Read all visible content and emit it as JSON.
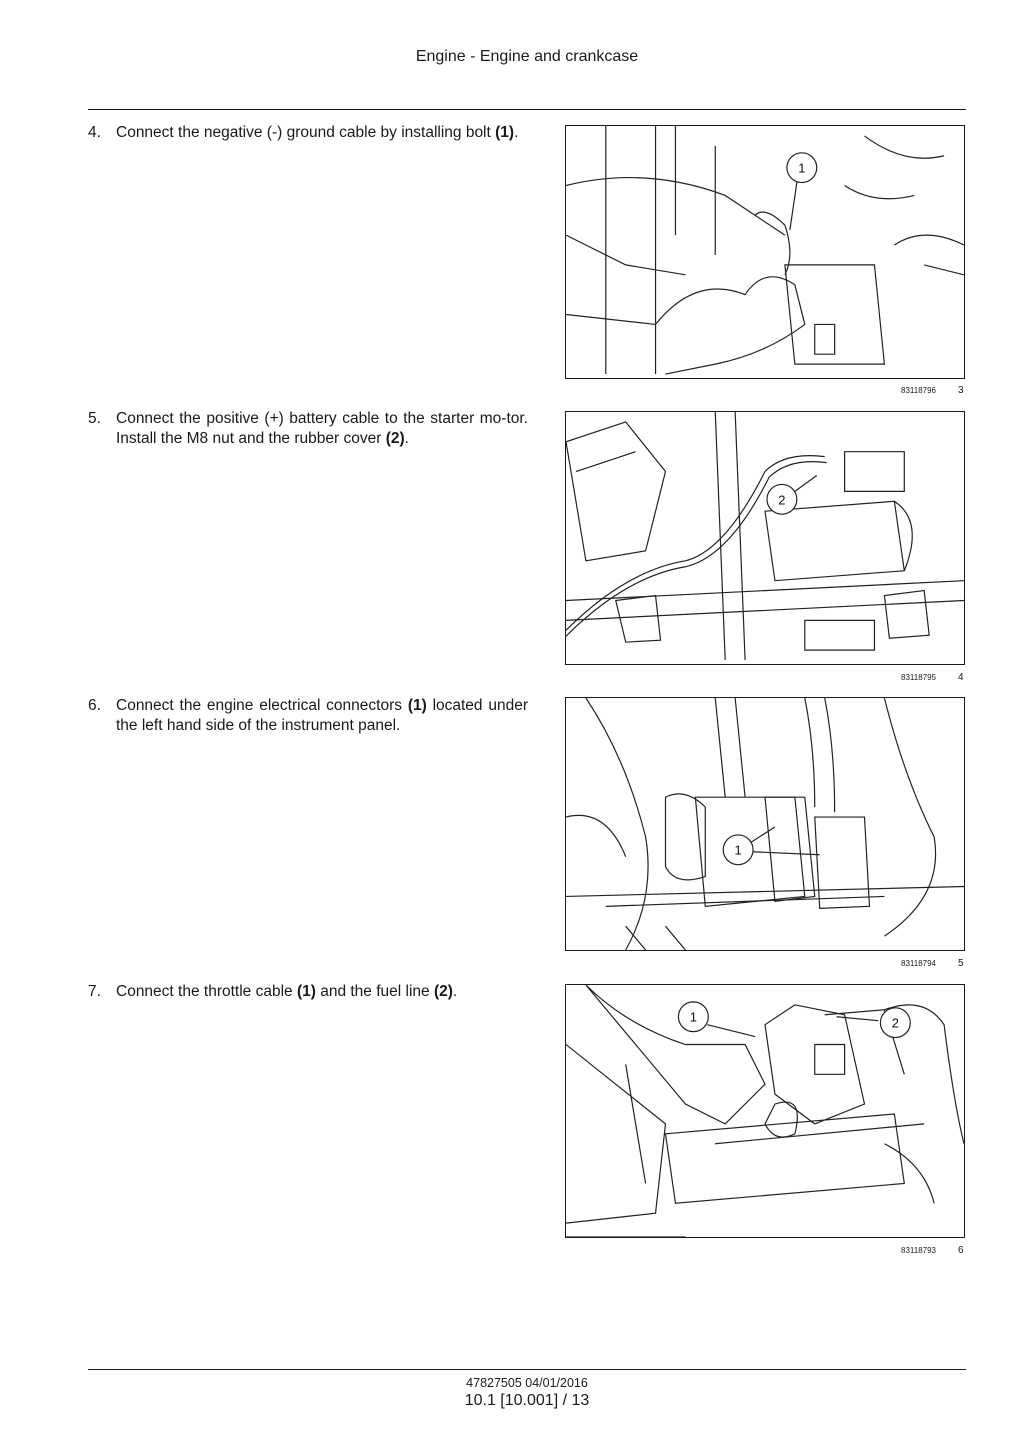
{
  "header": {
    "title": "Engine - Engine and crankcase"
  },
  "steps": [
    {
      "number": "4.",
      "text_before": "Connect the negative (-) ground cable by installing bolt ",
      "bold1": "(1)",
      "text_mid": ".",
      "bold2": "",
      "text_after": "",
      "figure": {
        "code": "83118796",
        "number": "3",
        "callouts": [
          "1"
        ]
      }
    },
    {
      "number": "5.",
      "text_before": "Connect the positive (+) battery cable to the starter mo-tor. Install the M8 nut and the rubber cover ",
      "bold1": "(2)",
      "text_mid": ".",
      "bold2": "",
      "text_after": "",
      "figure": {
        "code": "83118795",
        "number": "4",
        "callouts": [
          "2"
        ]
      }
    },
    {
      "number": "6.",
      "text_before": "Connect the engine electrical connectors ",
      "bold1": "(1)",
      "text_mid": " located under the left hand side of the instrument panel.",
      "bold2": "",
      "text_after": "",
      "figure": {
        "code": "83118794",
        "number": "5",
        "callouts": [
          "1"
        ]
      }
    },
    {
      "number": "7.",
      "text_before": "Connect the throttle cable ",
      "bold1": "(1)",
      "text_mid": " and the fuel line ",
      "bold2": "(2)",
      "text_after": ".",
      "figure": {
        "code": "83118793",
        "number": "6",
        "callouts": [
          "1",
          "2"
        ]
      }
    }
  ],
  "footer": {
    "doc_code": "47827505 04/01/2016",
    "page": "10.1 [10.001] / 13"
  }
}
